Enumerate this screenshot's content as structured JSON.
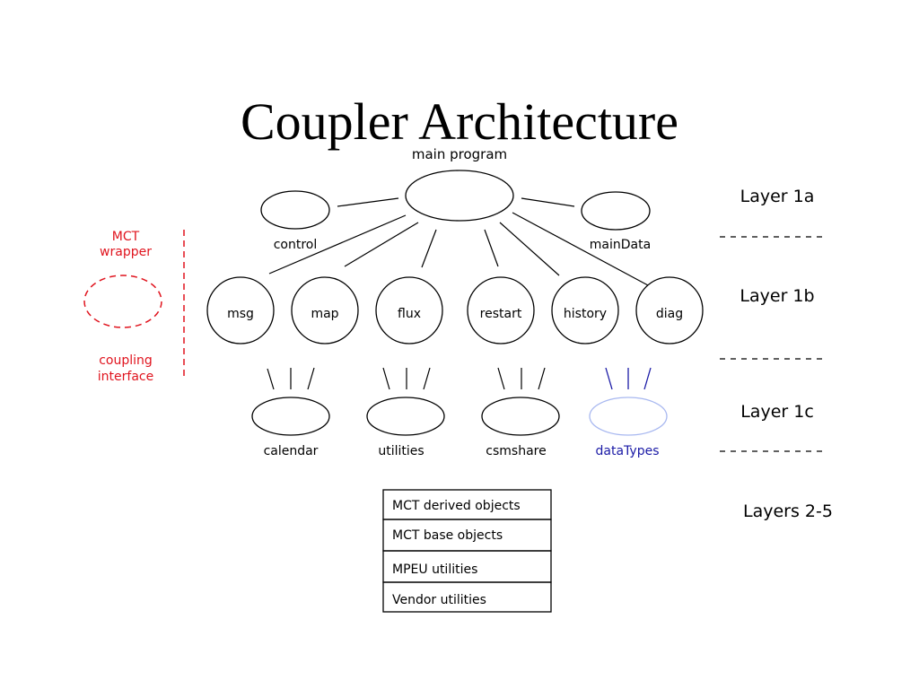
{
  "title": "Coupler Architecture",
  "top": {
    "main_program": "main program",
    "control": "control",
    "mainData": "mainData"
  },
  "modules": [
    "msg",
    "map",
    "flux",
    "restart",
    "history",
    "diag"
  ],
  "libraries": [
    "calendar",
    "utilities",
    "csmshare",
    "dataTypes"
  ],
  "layers": {
    "layer_1a": "Layer 1a",
    "layer_1b": "Layer 1b",
    "layer_1c": "Layer 1c",
    "layers_2_5": "Layers 2-5"
  },
  "stack": [
    "MCT derived objects",
    "MCT base objects",
    "MPEU utilities",
    "Vendor utilities"
  ],
  "mct": {
    "wrapper_line1": "MCT",
    "wrapper_line2": "wrapper",
    "coupling_line1": "coupling",
    "coupling_line2": "interface"
  },
  "colors": {
    "red": "#e0141e",
    "blue": "#1a1aa6",
    "light_blue": "#a8b8f0"
  }
}
